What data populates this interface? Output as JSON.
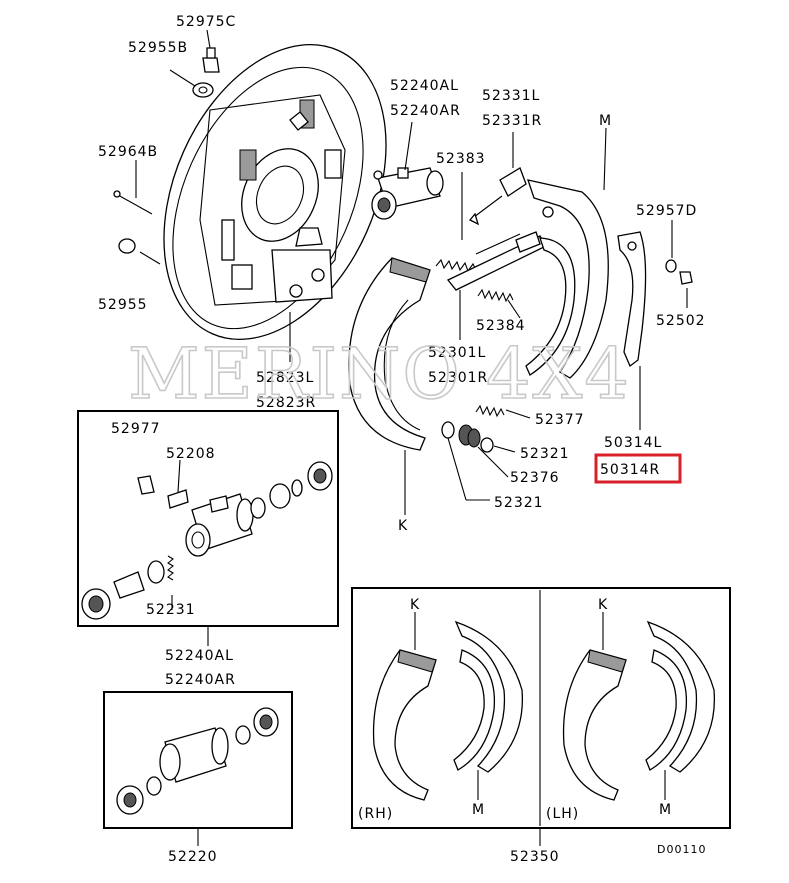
{
  "watermark": "MERINO 4X4",
  "diagram_code": "D00110",
  "labels": {
    "p52975C": "52975C",
    "p52955B": "52955B",
    "p52964B": "52964B",
    "p52955": "52955",
    "p52823L": "52823L",
    "p52823R": "52823R",
    "p52240AL_top": "52240AL",
    "p52240AR_top": "52240AR",
    "p52383": "52383",
    "p52331L": "52331L",
    "p52331R": "52331R",
    "pM_top": "M",
    "p52957D": "52957D",
    "p52502": "52502",
    "p52384": "52384",
    "p52301L": "52301L",
    "p52301R": "52301R",
    "p52377": "52377",
    "p52321a": "52321",
    "p52376": "52376",
    "p52321b": "52321",
    "p50314L": "50314L",
    "p50314R": "50314R",
    "pK_top": "K",
    "p52977": "52977",
    "p52208": "52208",
    "p52231": "52231",
    "p52240AL_box": "52240AL",
    "p52240AR_box": "52240AR",
    "p52220": "52220",
    "p52350": "52350",
    "pK_rh": "K",
    "pM_rh": "M",
    "rh": "(RH)",
    "pK_lh": "K",
    "pM_lh": "M",
    "lh": "(LH)"
  },
  "highlight_color": "#d8202a"
}
